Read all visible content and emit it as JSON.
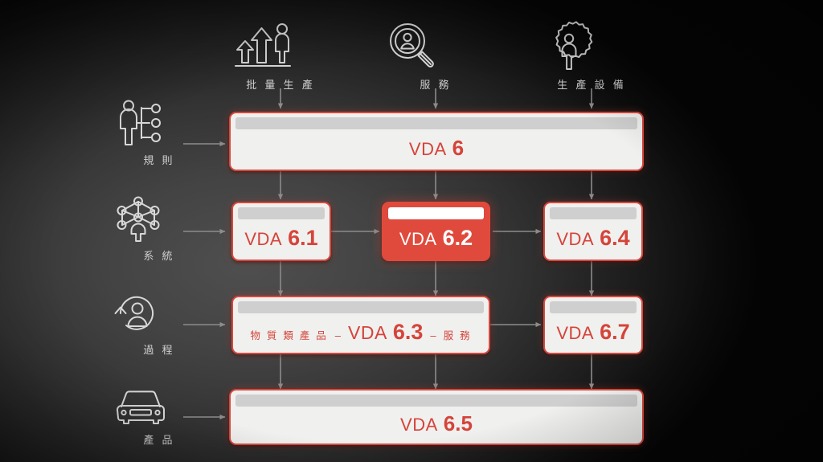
{
  "diagram": {
    "title": "VDA 6",
    "accent_color": "#e04a3c",
    "box_text_color": "#d5443a",
    "background_color": "#333333",
    "connector_color": "#8c8c8c"
  },
  "top_inputs": [
    {
      "id": "mass-production",
      "icon": "growth-arrows-person-icon",
      "label": "批 量 生 產"
    },
    {
      "id": "service",
      "icon": "magnifier-person-icon",
      "label": "服 務"
    },
    {
      "id": "production-equipment",
      "icon": "gear-person-icon",
      "label": "生 產 設 備"
    }
  ],
  "side_categories": [
    {
      "id": "rules",
      "icon": "person-network-branch-icon",
      "label": "規 則"
    },
    {
      "id": "system",
      "icon": "person-molecule-network-icon",
      "label": "系 統"
    },
    {
      "id": "process",
      "icon": "person-cycle-arrow-icon",
      "label": "過 程"
    },
    {
      "id": "product",
      "icon": "car-front-icon",
      "label": "產 品"
    }
  ],
  "boxes": [
    {
      "id": "vda-6",
      "prefix": "VDA",
      "number": "6",
      "left_text": "",
      "right_text": "",
      "highlight": false
    },
    {
      "id": "vda-6-1",
      "prefix": "VDA",
      "number": "6.1",
      "left_text": "",
      "right_text": "",
      "highlight": false
    },
    {
      "id": "vda-6-2",
      "prefix": "VDA",
      "number": "6.2",
      "left_text": "",
      "right_text": "",
      "highlight": true
    },
    {
      "id": "vda-6-4",
      "prefix": "VDA",
      "number": "6.4",
      "left_text": "",
      "right_text": "",
      "highlight": false
    },
    {
      "id": "vda-6-3",
      "prefix": "VDA",
      "number": "6.3",
      "left_text": "物 質 類 產 品",
      "right_text": "服 務",
      "separator": "–",
      "highlight": false
    },
    {
      "id": "vda-6-7",
      "prefix": "VDA",
      "number": "6.7",
      "left_text": "",
      "right_text": "",
      "highlight": false
    },
    {
      "id": "vda-6-5",
      "prefix": "VDA",
      "number": "6.5",
      "left_text": "",
      "right_text": "",
      "highlight": false
    }
  ]
}
